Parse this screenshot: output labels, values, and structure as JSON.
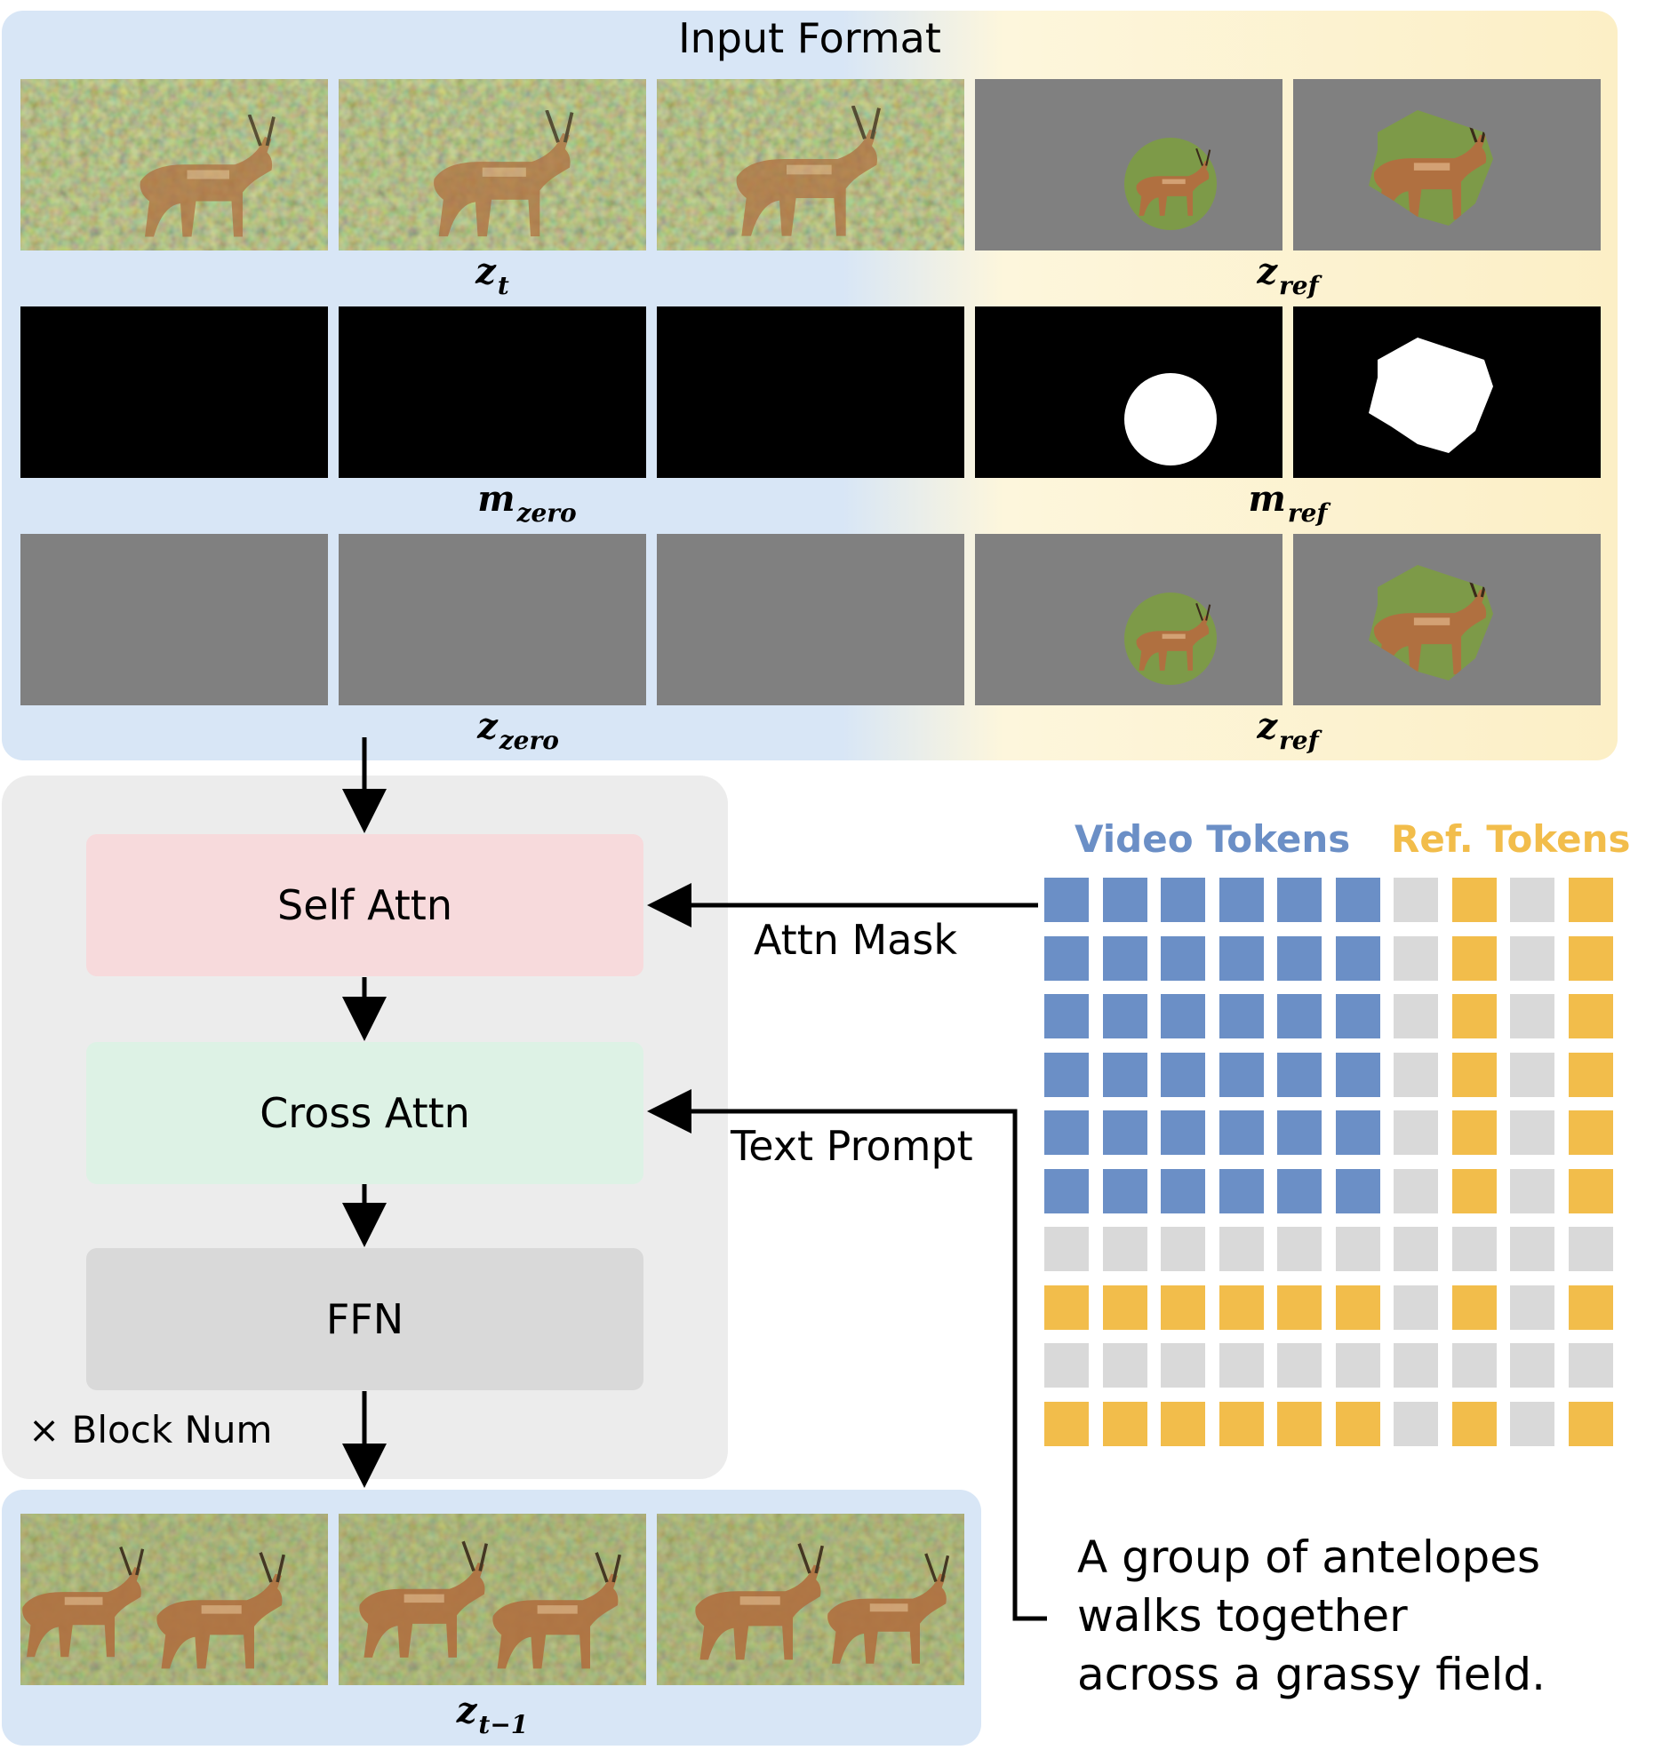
{
  "input_panel": {
    "title": "Input Format",
    "labels": {
      "z_t": {
        "base": "z",
        "sub": "t"
      },
      "z_ref1": {
        "base": "z",
        "sub": "ref"
      },
      "m_zero": {
        "base": "m",
        "sub": "zero"
      },
      "m_ref": {
        "base": "m",
        "sub": "ref"
      },
      "z_zero": {
        "base": "z",
        "sub": "zero"
      },
      "z_ref2": {
        "base": "z",
        "sub": "ref"
      }
    }
  },
  "block": {
    "self_attn": "Self Attn",
    "cross_attn": "Cross Attn",
    "ffn": "FFN",
    "repeat_label": "× Block Num"
  },
  "edges": {
    "attn_mask": "Attn Mask",
    "text_prompt": "Text Prompt"
  },
  "output_panel": {
    "label": {
      "base": "z",
      "sub": "t−1"
    }
  },
  "tokens": {
    "video_label": "Video Tokens",
    "ref_label": "Ref. Tokens",
    "colors": {
      "video": "#6b8fc6",
      "ref": "#f2bd4b",
      "masked": "#d9d9d9"
    },
    "grid": [
      "BBBBBBGYGY",
      "BBBBBBGYGY",
      "BBBBBBGYGY",
      "BBBBBBGYGY",
      "BBBBBBGYGY",
      "BBBBBBGYGY",
      "GGGGGGGGGG",
      "YYYYYYGYGY",
      "GGGGGGGGGG",
      "YYYYYYGYGY"
    ]
  },
  "prompt": {
    "lines": [
      "A group of antelopes",
      "walks together",
      "across a grassy field."
    ]
  }
}
